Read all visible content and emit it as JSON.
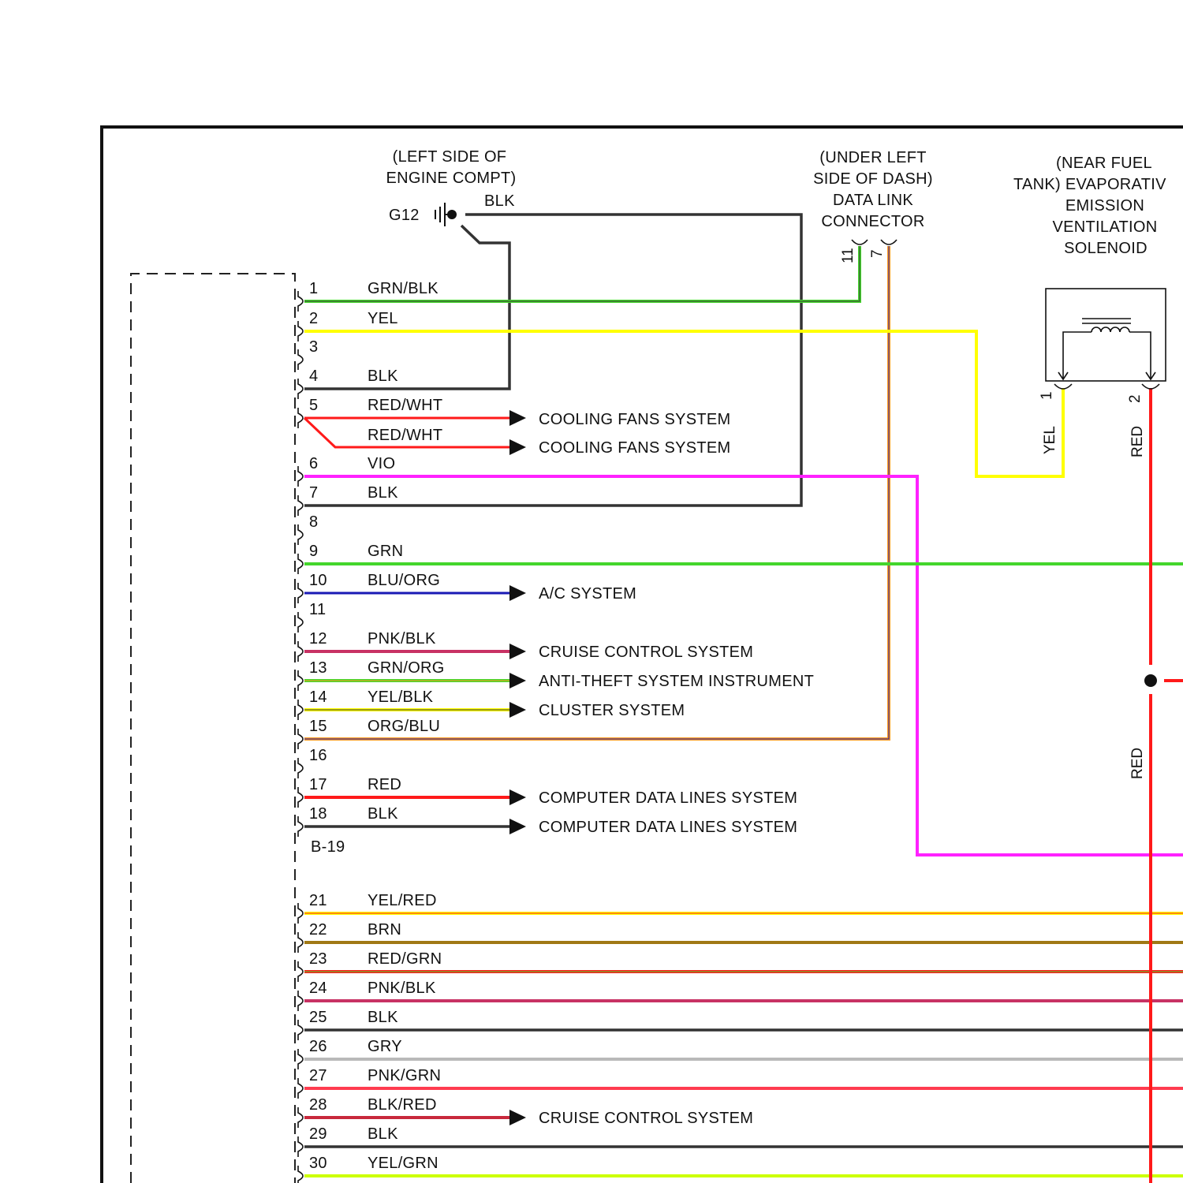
{
  "locations": {
    "ground": [
      "(LEFT SIDE OF",
      "ENGINE COMPT)"
    ],
    "dlc": [
      "(UNDER LEFT",
      "SIDE OF DASH)",
      "DATA LINK",
      "CONNECTOR"
    ],
    "evap": [
      "(NEAR FUEL",
      "TANK) EVAPORATIV",
      "EMISSION",
      "VENTILATION",
      "SOLENOID"
    ]
  },
  "ground": {
    "id": "G12",
    "wire_color": "BLK"
  },
  "dlc_pins": [
    "11",
    "7"
  ],
  "solenoid": {
    "pins": [
      "1",
      "2"
    ],
    "wires": [
      "YEL",
      "RED"
    ],
    "red_lower_label": "RED"
  },
  "connector": {
    "id": "B-19"
  },
  "pins": [
    {
      "num": "1",
      "wire": "GRN/BLK"
    },
    {
      "num": "2",
      "wire": "YEL"
    },
    {
      "num": "3",
      "wire": ""
    },
    {
      "num": "4",
      "wire": "BLK"
    },
    {
      "num": "5",
      "wire": "RED/WHT",
      "extra_wire": "RED/WHT"
    },
    {
      "num": "6",
      "wire": "VIO"
    },
    {
      "num": "7",
      "wire": "BLK"
    },
    {
      "num": "8",
      "wire": ""
    },
    {
      "num": "9",
      "wire": "GRN"
    },
    {
      "num": "10",
      "wire": "BLU/ORG"
    },
    {
      "num": "11",
      "wire": ""
    },
    {
      "num": "12",
      "wire": "PNK/BLK"
    },
    {
      "num": "13",
      "wire": "GRN/ORG"
    },
    {
      "num": "14",
      "wire": "YEL/BLK"
    },
    {
      "num": "15",
      "wire": "ORG/BLU"
    },
    {
      "num": "16",
      "wire": ""
    },
    {
      "num": "17",
      "wire": "RED"
    },
    {
      "num": "18",
      "wire": "BLK"
    },
    {
      "num": "21",
      "wire": "YEL/RED"
    },
    {
      "num": "22",
      "wire": "BRN"
    },
    {
      "num": "23",
      "wire": "RED/GRN"
    },
    {
      "num": "24",
      "wire": "PNK/BLK"
    },
    {
      "num": "25",
      "wire": "BLK"
    },
    {
      "num": "26",
      "wire": "GRY"
    },
    {
      "num": "27",
      "wire": "PNK/GRN"
    },
    {
      "num": "28",
      "wire": "BLK/RED"
    },
    {
      "num": "29",
      "wire": "BLK"
    },
    {
      "num": "30",
      "wire": "YEL/GRN"
    }
  ],
  "systems": {
    "cooling_1": "COOLING FANS SYSTEM",
    "cooling_2": "COOLING FANS SYSTEM",
    "ac": "A/C SYSTEM",
    "cruise_1": "CRUISE CONTROL SYSTEM",
    "antitheft": "ANTI-THEFT SYSTEM INSTRUMENT",
    "cluster": "CLUSTER SYSTEM",
    "data_1": "COMPUTER DATA LINES SYSTEM",
    "data_2": "COMPUTER DATA LINES SYSTEM",
    "cruise_2": "CRUISE CONTROL SYSTEM"
  },
  "colors": {
    "frame": "#111111",
    "blk": "#333333",
    "grn": "#44d62c",
    "yel": "#ffff00",
    "red": "#ff1a1a",
    "vio": "#ff22ff",
    "blu": "#1a1ab4",
    "org": "#ff9a1a",
    "pnk": "#c83264",
    "brn": "#a07814",
    "gry": "#b9b9b9"
  }
}
